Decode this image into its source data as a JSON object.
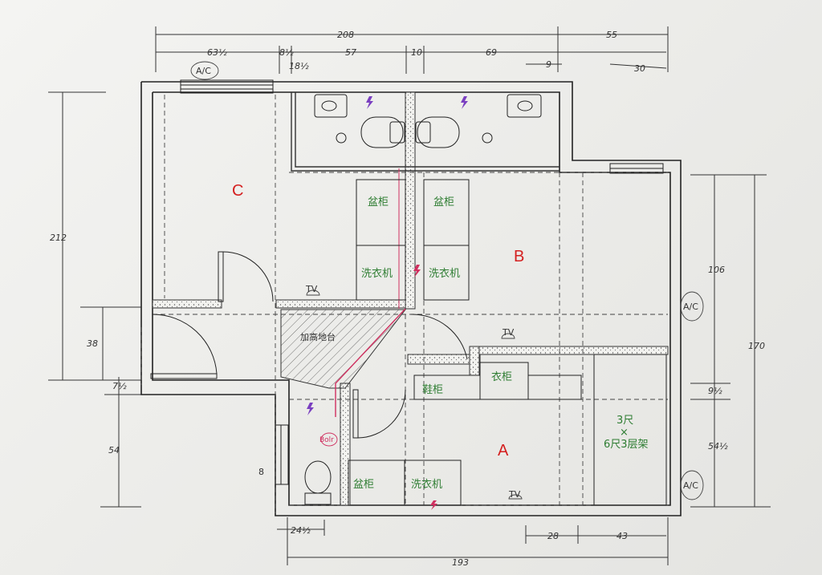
{
  "dimensions": {
    "top_total": "208",
    "top_right": "55",
    "top_seg_1": "63½",
    "top_seg_2": "8½",
    "top_seg_3": "18½",
    "top_seg_4": "57",
    "top_seg_5": "10",
    "top_seg_6": "69",
    "top_seg_7": "9",
    "top_seg_8": "30",
    "left_total": "212",
    "left_door": "38",
    "left_gap": "7½",
    "left_lower": "54",
    "right_upper": "106",
    "right_total": "170",
    "right_gap": "9½",
    "right_lower": "54½",
    "bottom_total": "193",
    "bottom_left": "24½",
    "bottom_mid": "28",
    "bottom_right": "43"
  },
  "rooms": {
    "a": "A",
    "b": "B",
    "c": "C"
  },
  "notes": {
    "ac_top": "A/C",
    "ac_right_upper": "A/C",
    "ac_right_lower": "A/C",
    "tv_1": "TV",
    "tv_2": "TV",
    "tv_3": "TV",
    "raised_platform": "加高地台",
    "shoe_cabinet": "鞋柜",
    "wardrobe": "衣柜",
    "shelf_note_1": "3尺",
    "shelf_note_2": "×",
    "shelf_note_3": "6尺3层架",
    "cabinet_1": "盆柜",
    "cabinet_2": "盆柜",
    "washer_1": "洗衣机",
    "washer_2": "洗衣机",
    "cabinet_3": "盆柜",
    "washer_3": "洗衣机",
    "boiler": "Bolr",
    "left_mark": "8"
  },
  "colors": {
    "room_label": "#d42020",
    "furniture_text": "#2e7d32",
    "power_mark": "#7a3fc0",
    "pipe": "#d03060",
    "wall": "#222222"
  }
}
